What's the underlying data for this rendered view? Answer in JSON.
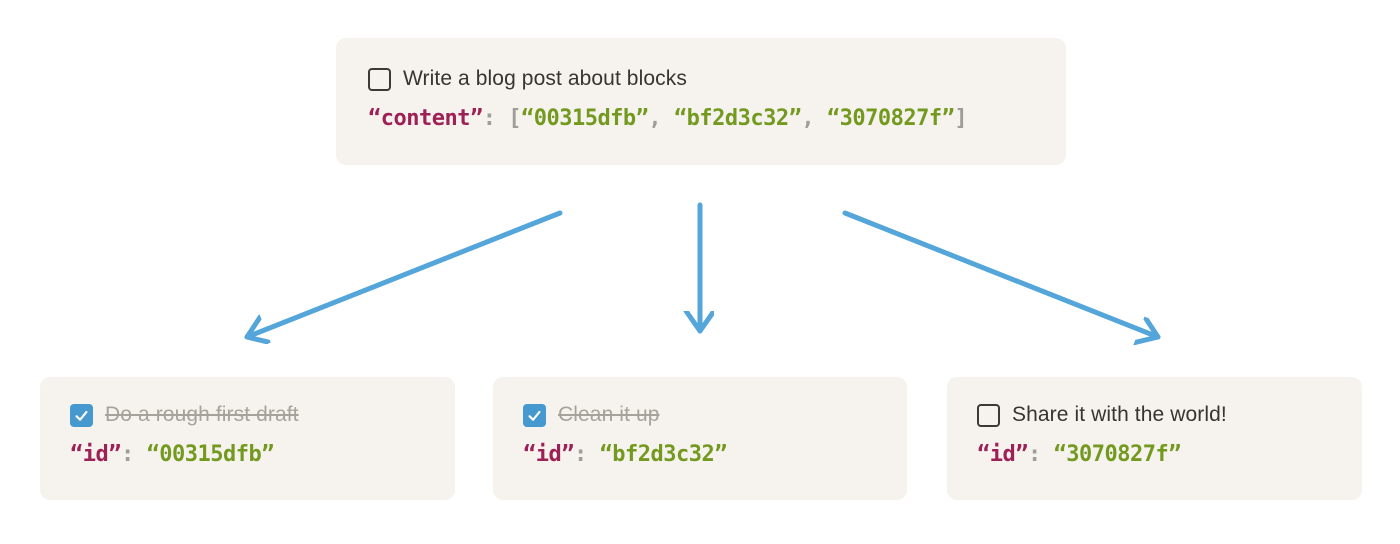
{
  "colors": {
    "page_background": "#ffffff",
    "card_background": "#f6f3ef",
    "todo_text": "#37352f",
    "todo_done_text": "#a7a29b",
    "code_key": "#9e2155",
    "code_string": "#73991f",
    "code_punctuation": "#a09d98",
    "checkbox_checked_fill": "#4699cf",
    "checkbox_check": "#ffffff",
    "arrow": "#54a5d9"
  },
  "parent_card": {
    "todo": {
      "label": "Write a blog post about blocks",
      "checked": false
    },
    "code": {
      "key": "“content”",
      "separator": ": ",
      "open_bracket": "[",
      "comma": ", ",
      "close_bracket": "]",
      "values": [
        "“00315dfb”",
        "“bf2d3c32”",
        "“3070827f”"
      ]
    }
  },
  "child_cards": [
    {
      "todo": {
        "label": "Do a rough first draft",
        "checked": true
      },
      "code": {
        "key": "“id”",
        "separator": ": ",
        "value": "“00315dfb”"
      }
    },
    {
      "todo": {
        "label": "Clean it up",
        "checked": true
      },
      "code": {
        "key": "“id”",
        "separator": ": ",
        "value": "“bf2d3c32”"
      }
    },
    {
      "todo": {
        "label": "Share it with the world!",
        "checked": false
      },
      "code": {
        "key": "“id”",
        "separator": ": ",
        "value": "“3070827f”"
      }
    }
  ],
  "arrows": [
    {
      "name": "arrow-to-child-1",
      "direction": "down-left"
    },
    {
      "name": "arrow-to-child-2",
      "direction": "down"
    },
    {
      "name": "arrow-to-child-3",
      "direction": "down-right"
    }
  ]
}
